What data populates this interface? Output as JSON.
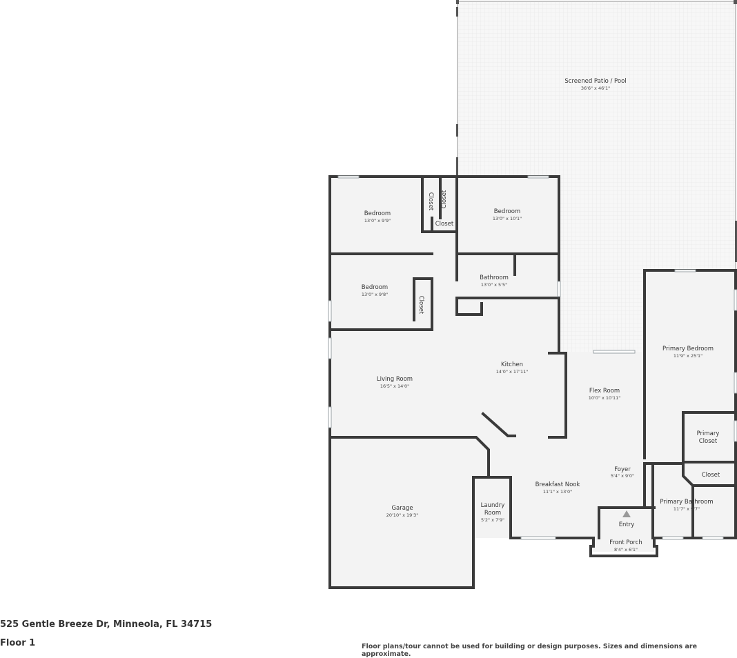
{
  "rooms": {
    "patio": {
      "name": "Screened Patio / Pool",
      "dim": "36'6\" x 46'1\""
    },
    "bedroom1": {
      "name": "Bedroom",
      "dim": "13'0\" x 9'9\""
    },
    "bedroom2": {
      "name": "Bedroom",
      "dim": "13'0\" x 10'1\""
    },
    "bedroom3": {
      "name": "Bedroom",
      "dim": "13'0\" x 9'8\""
    },
    "bathroom": {
      "name": "Bathroom",
      "dim": "13'0\" x 5'5\""
    },
    "kitchen": {
      "name": "Kitchen",
      "dim": "14'0\" x 17'11\""
    },
    "living": {
      "name": "Living Room",
      "dim": "16'5\" x 14'0\""
    },
    "flex": {
      "name": "Flex Room",
      "dim": "10'0\" x 10'11\""
    },
    "primary_bedroom": {
      "name": "Primary Bedroom",
      "dim": "11'9\" x 25'1\""
    },
    "primary_closet": {
      "name_line1": "Primary",
      "name_line2": "Closet"
    },
    "closet_small": {
      "name": "Closet"
    },
    "foyer": {
      "name": "Foyer",
      "dim": "5'4\" x 9'0\""
    },
    "breakfast": {
      "name": "Breakfast Nook",
      "dim": "11'1\" x 13'0\""
    },
    "garage": {
      "name": "Garage",
      "dim": "20'10\" x 19'3\""
    },
    "laundry": {
      "name_line1": "Laundry",
      "name_line2": "Room",
      "dim": "5'2\" x 7'9\""
    },
    "entry": {
      "name": "Entry"
    },
    "front_porch": {
      "name": "Front Porch",
      "dim": "8'4\" x 6'1\""
    },
    "primary_bath": {
      "name": "Primary Bathroom",
      "dim": "11'7\" x 9'7\""
    },
    "closet_a": {
      "name": "Closet"
    },
    "closet_b": {
      "name": "Closet"
    },
    "closet_c": {
      "name": "Closet"
    },
    "closet_d": {
      "name": "Closet"
    }
  },
  "footer": {
    "address": "525 Gentle Breeze Dr, Minneola, FL 34715",
    "floor": "Floor 1",
    "disclaimer": "Floor plans/tour cannot be used for building or design purposes. Sizes and dimensions are approximate."
  },
  "colors": {
    "wall": "#3a3a3a",
    "floor": "#f3f3f3",
    "patio": "#f6f6f6",
    "window": "#bfc6c9"
  }
}
